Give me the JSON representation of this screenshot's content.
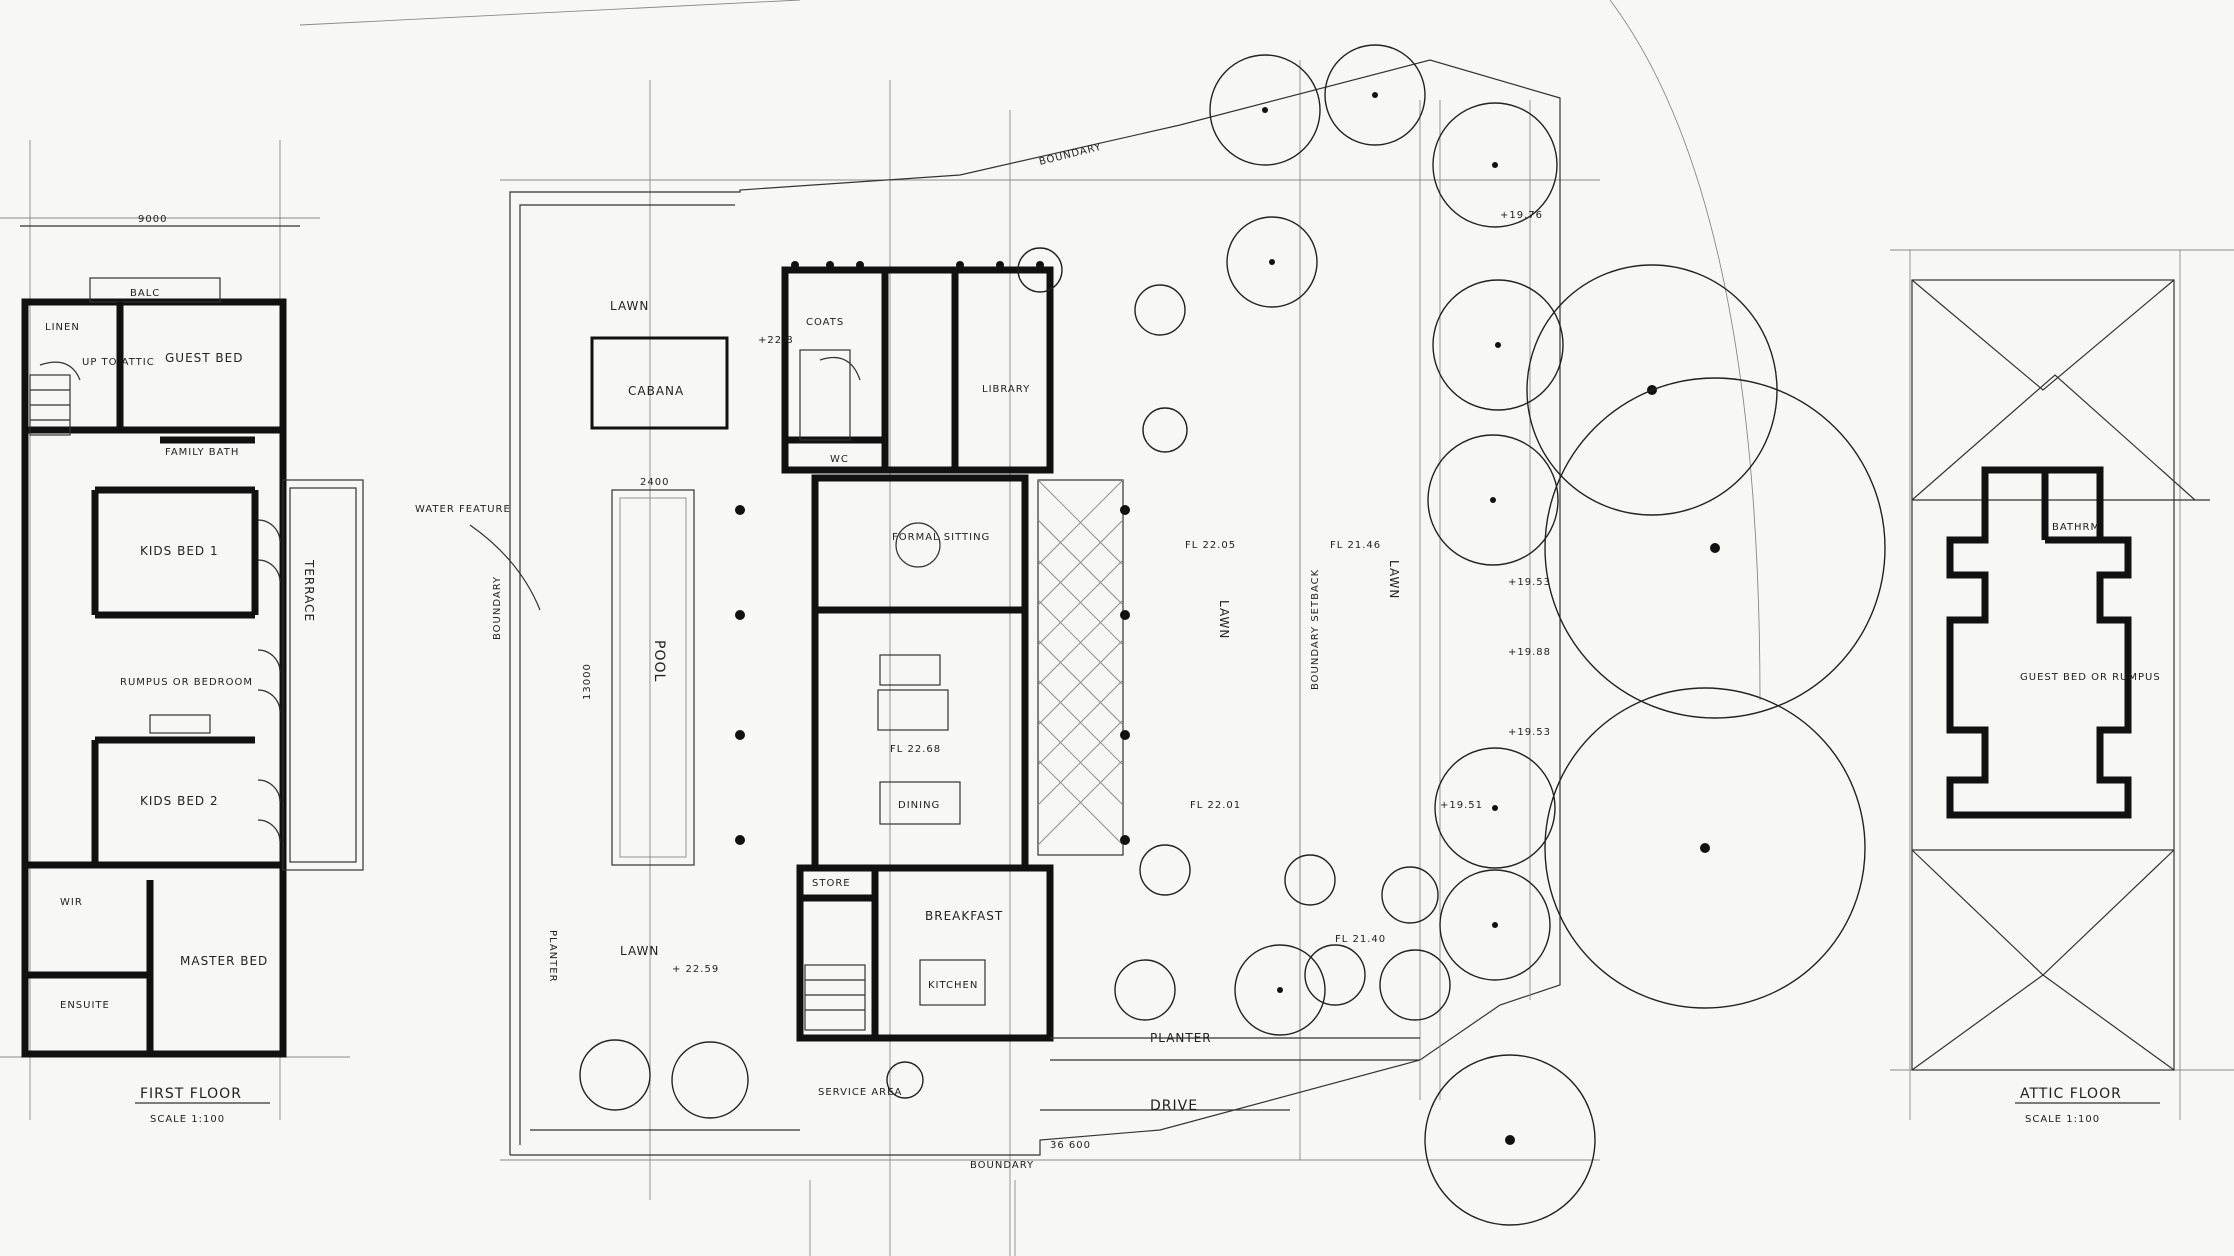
{
  "labels": {
    "first_floor": {
      "width_dim": "9000",
      "balc": "BALC",
      "linen": "LINEN",
      "up_to_attic": "UP TO ATTIC",
      "guest_bed": "GUEST BED",
      "family_bath": "FAMILY BATH",
      "kids_bed_1": "KIDS BED 1",
      "rumpus": "RUMPUS OR BEDROOM",
      "kids_bed_2": "KIDS BED 2",
      "terrace": "TERRACE",
      "wir": "WIR",
      "master_bed": "MASTER BED",
      "ensuite": "ENSUITE",
      "title": "FIRST FLOOR",
      "scale": "SCALE 1:100"
    },
    "ground_floor": {
      "lawn_top": "LAWN",
      "cabana": "CABANA",
      "pool_width": "2400",
      "water_feature": "WATER FEATURE",
      "pool_length": "13000",
      "pool": "POOL",
      "boundary_left": "BOUNDARY",
      "planter_left": "PLANTER",
      "lawn_bottom": "LAWN",
      "lawn_bottom_level": "+ 22.59",
      "coats": "COATS",
      "library": "LIBRARY",
      "wc": "WC",
      "formal_sitting": "FORMAL SITTING",
      "fl_1": "FL 22.68",
      "dining": "DINING",
      "store": "STORE",
      "breakfast": "BREAKFAST",
      "kitchen": "KITCHEN",
      "service_area": "SERVICE AREA",
      "drive": "DRIVE",
      "planter_bottom": "PLANTER",
      "boundary_bottom": "BOUNDARY",
      "boundary_width": "36 600",
      "boundary_top": "BOUNDARY",
      "lawn_right": "LAWN",
      "lawn_right_2": "LAWN",
      "fl_2": "FL 22.05",
      "fl_3": "FL 21.46",
      "fl_4": "FL 22.01",
      "fl_5": "FL 21.40",
      "setback": "BOUNDARY SETBACK",
      "lvl_1": "+19.76",
      "lvl_2": "+19.53",
      "lvl_3": "+19.88",
      "lvl_4": "+19.53",
      "lvl_5": "+19.51",
      "lvl_6": "+22.8"
    },
    "attic": {
      "bathroom": "BATHRM",
      "guest_bed": "GUEST BED OR RUMPUS",
      "title": "ATTIC FLOOR",
      "scale": "SCALE 1:100"
    }
  }
}
